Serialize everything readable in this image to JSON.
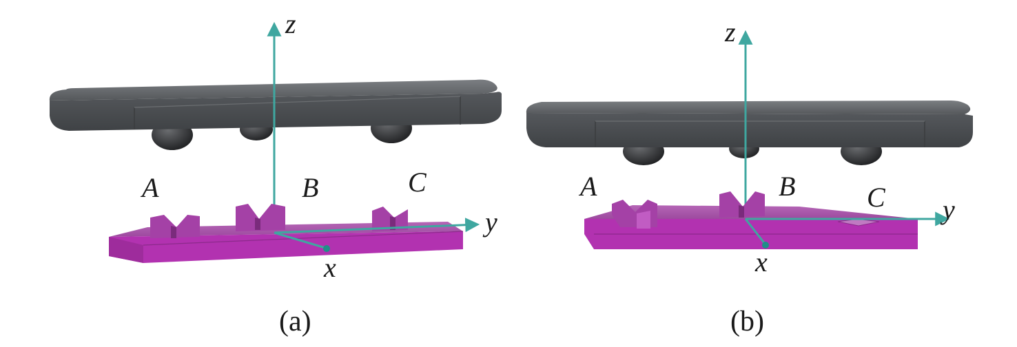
{
  "panels": [
    {
      "caption": "(a)",
      "points": {
        "a": "A",
        "b": "B",
        "c": "C"
      },
      "axes": {
        "x": "x",
        "y": "y",
        "z": "z"
      }
    },
    {
      "caption": "(b)",
      "points": {
        "a": "A",
        "b": "B",
        "c": "C"
      },
      "axes": {
        "x": "x",
        "y": "y",
        "z": "z"
      }
    }
  ],
  "colors": {
    "platform_top": "#5e6164",
    "platform_side": "#4b4e51",
    "ball": "#2e2f31",
    "base_top": "#a24ba4",
    "base_front": "#b232b0",
    "block": "#a441a6",
    "axis": "#3fa7a0"
  }
}
